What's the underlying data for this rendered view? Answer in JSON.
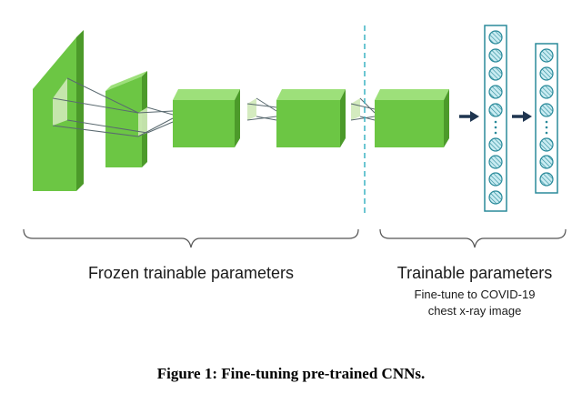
{
  "labels": {
    "frozen": "Frozen trainable parameters",
    "trainable": "Trainable parameters",
    "finetune_line1": "Fine-tune to COVID-19",
    "finetune_line2": "chest x-ray image"
  },
  "caption": "Figure 1: Fine-tuning pre-trained CNNs.",
  "colors": {
    "cube_front": "#6cc644",
    "cube_top": "#9de07a",
    "cube_side": "#4c9a2a",
    "neuron_border": "#2a8a9a",
    "neuron_fill": "#c9ecf2",
    "arrow": "#1f3550",
    "divider": "#3bb3c3",
    "brace": "#555555"
  },
  "icons": {
    "neuron": "hatched-circle-icon",
    "arrow": "right-arrow-icon"
  }
}
